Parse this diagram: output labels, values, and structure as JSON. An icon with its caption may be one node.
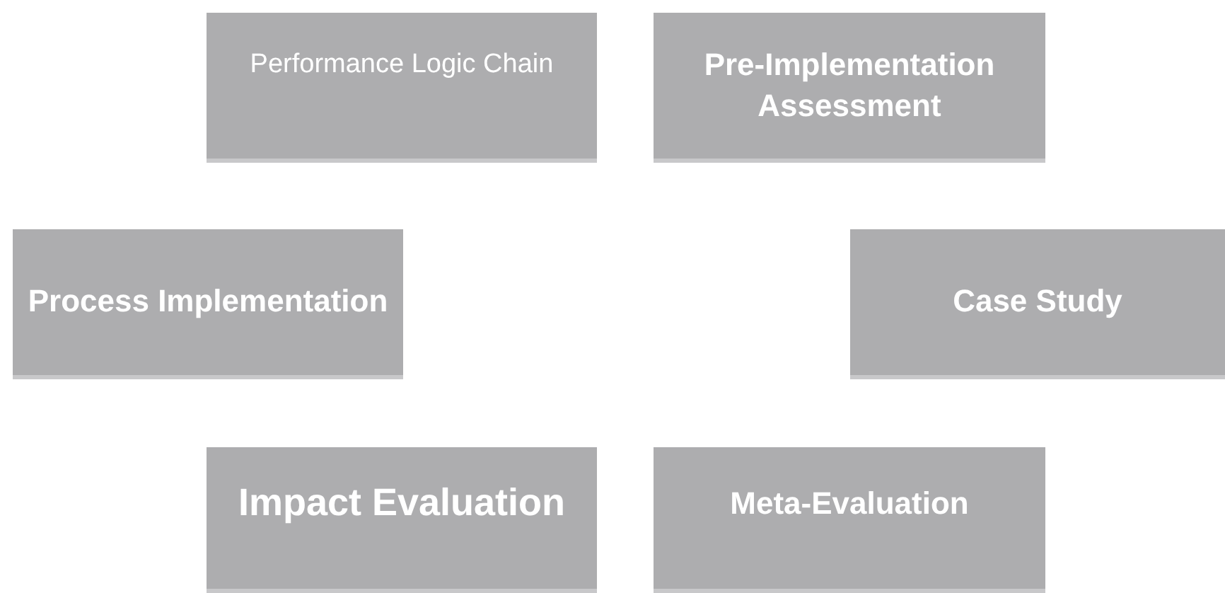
{
  "diagram": {
    "nodes": [
      {
        "text": [
          "Performance Logic Chain"
        ]
      },
      {
        "text": [
          "Pre-Implementation Assessment"
        ]
      },
      {
        "text": [
          "Process Implementation"
        ]
      },
      {
        "text": [
          "Case Study"
        ]
      },
      {
        "text": [
          "Impact Evaluation"
        ]
      },
      {
        "text": [
          "Meta-Evaluation"
        ]
      }
    ]
  }
}
